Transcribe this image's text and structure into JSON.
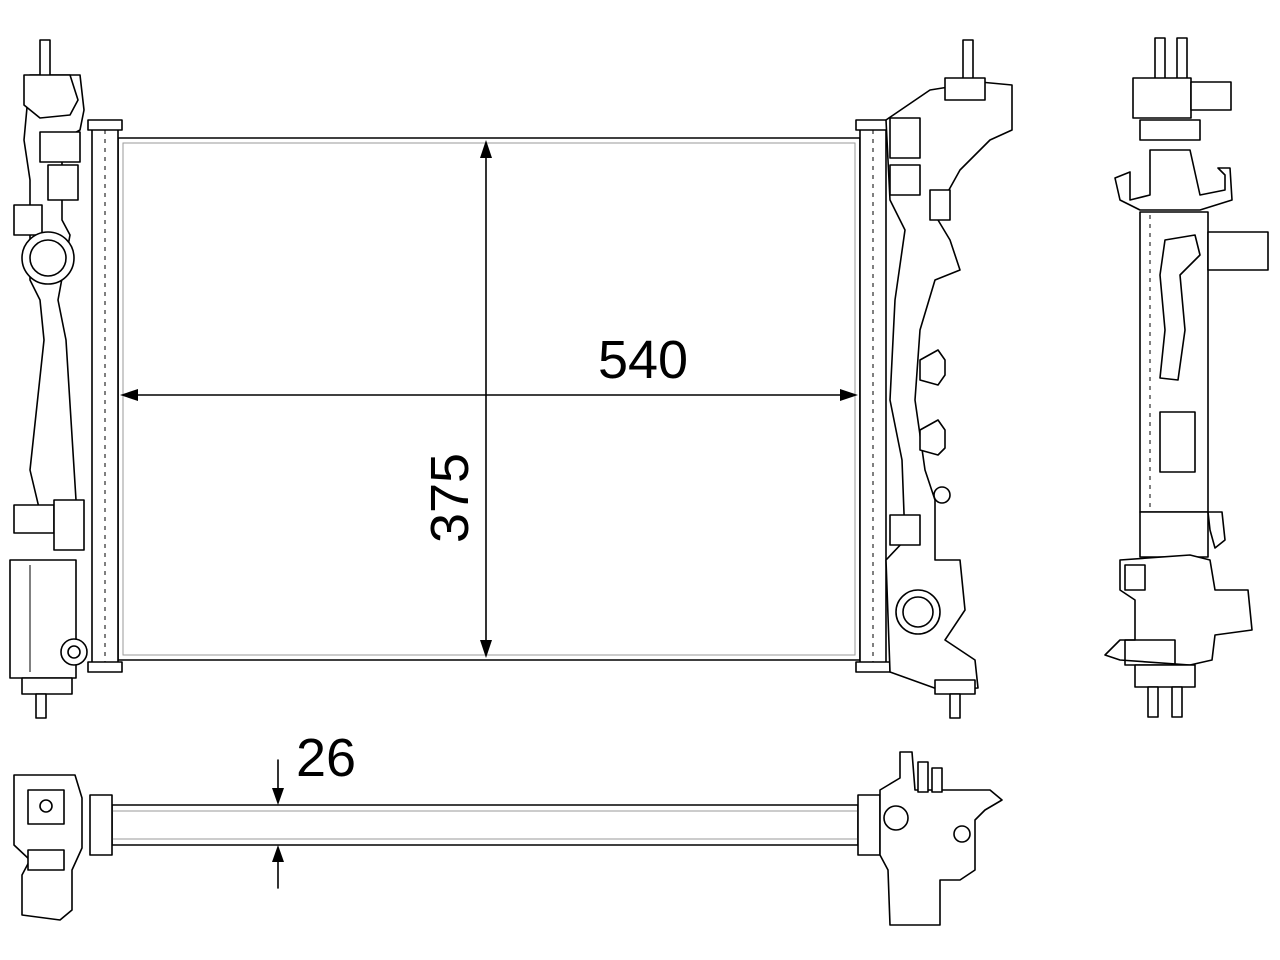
{
  "dimensions": {
    "width": "540",
    "height": "375",
    "depth": "26"
  }
}
